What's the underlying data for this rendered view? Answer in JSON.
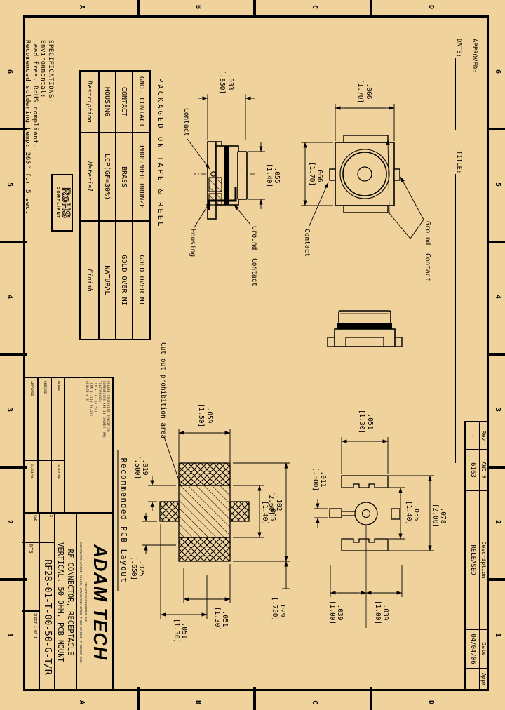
{
  "colors": {
    "paper": "#f0d29c",
    "ink": "#000000"
  },
  "zones": {
    "numbers": [
      "6",
      "5",
      "4",
      "3",
      "2",
      "1"
    ],
    "letters": [
      "D",
      "C",
      "B",
      "A"
    ]
  },
  "approval_header": {
    "approved": "APPROVED:",
    "date": "DATE:",
    "title": "TITLE:"
  },
  "rev_table": {
    "headers": {
      "rev": "Rev",
      "awo": "AWO #",
      "description": "Description",
      "date": "Date",
      "appr": "Appr"
    },
    "row": {
      "rev": "-",
      "awo": "6163",
      "description": "RELEASED",
      "date": "04/04/06",
      "appr": ""
    }
  },
  "packaging_note": "PACKAGED ON TAPE & REEL",
  "parts_table": {
    "col_description": "Description",
    "col_material": "Material",
    "col_finish": "Finish",
    "rows": [
      {
        "description": "GND. CONTACT",
        "material": "PHOSPHER BRONZE",
        "finish": "GOLD OVER NI"
      },
      {
        "description": "CONTACT",
        "material": "BRASS",
        "finish": "GOLD OVER NI"
      },
      {
        "description": "HOUSING",
        "material": "LCP(GF=30%)",
        "finish": "NATURAL"
      }
    ]
  },
  "specifications": {
    "line1": "SPECIFICATIONS:",
    "line2": "Environmental:",
    "line3": "Lead free, RoHS compliant.",
    "line4": "Recomended soldering temp: 260° for 5 sec."
  },
  "rohs": {
    "big": "RoHS",
    "small": "COMPLIANT"
  },
  "cross_section": {
    "dim_height": ".033",
    "dim_height_mm": "[.850]",
    "dim_width": ".055",
    "dim_width_mm": "[1.40]",
    "label_contact": "Contact",
    "label_housing": "Housing",
    "label_ground": "Ground Contact"
  },
  "top_view": {
    "dim_w": ".066",
    "dim_w_mm": "[1.70]",
    "dim_h": ".066",
    "dim_h_mm": "[1.70]",
    "label_contact": "Contact",
    "label_ground": "Ground Contact"
  },
  "pcb_layout": {
    "caption": "Recommended PCB Layout",
    "cutout_note": "Cut out prohibition area",
    "d059": ".059",
    "d059mm": "[1.50]",
    "d102": ".102",
    "d102mm": "[2.60]",
    "d055": ".055",
    "d055mm": "[1.40]",
    "d019": ".019",
    "d019mm": "[.500]",
    "d025": ".025",
    "d025mm": "[.650]",
    "d051a": ".051",
    "d051amm": "[1.30]",
    "d051b": ".051",
    "d051bmm": "[1.30]",
    "d029": ".029",
    "d029mm": "[.750]"
  },
  "land_pattern": {
    "d051": ".051",
    "d051mm": "[1.30]",
    "d011": ".011",
    "d011mm": "[.300]",
    "d055": ".055",
    "d055mm": "[1.40]",
    "d078": ".078",
    "d078mm": "[2.00]",
    "d039a": ".039",
    "d039amm": "[1.00]",
    "d039b": ".039",
    "d039bmm": "[1.00]"
  },
  "title_block": {
    "company": "ADAM TECH",
    "address1": "ADAM TECHNOLOGIES, INC.",
    "address2": "969 NEWARK AVENUE · UNION, NEW JERSEY 07083 · T: 908-687-5000 · F: 908-687-5710",
    "title1": "RF CONNECTOR, RECEPTACLE",
    "title2": "VERTICAL, 50 OHM, PCB MOUNT",
    "part_number": "RF28-01-T-00-50-G-T/R",
    "scale": "NTS",
    "tol1": "UNLESS OTHERWISE SPECIFIED",
    "tol2": "DIMENSIONS ARE IN INCHES [MM]",
    "tol3": "TOLERANCES:",
    "tol4": ".XX ± .02   [0.50]",
    "tol5": ".XXX ± .010  [0.25]",
    "tol6": "ANGLES ± 3°",
    "ap1": "DRAWN",
    "ap1v": "04/04/06",
    "ap2": "CHECKED",
    "ap2v": "",
    "ap3": "APPROVED",
    "ap3v": "04/04/06",
    "cell_x": "X.",
    "cell_cad": "CAD",
    "cell_sheet": "SHEET 1 OF 1"
  }
}
